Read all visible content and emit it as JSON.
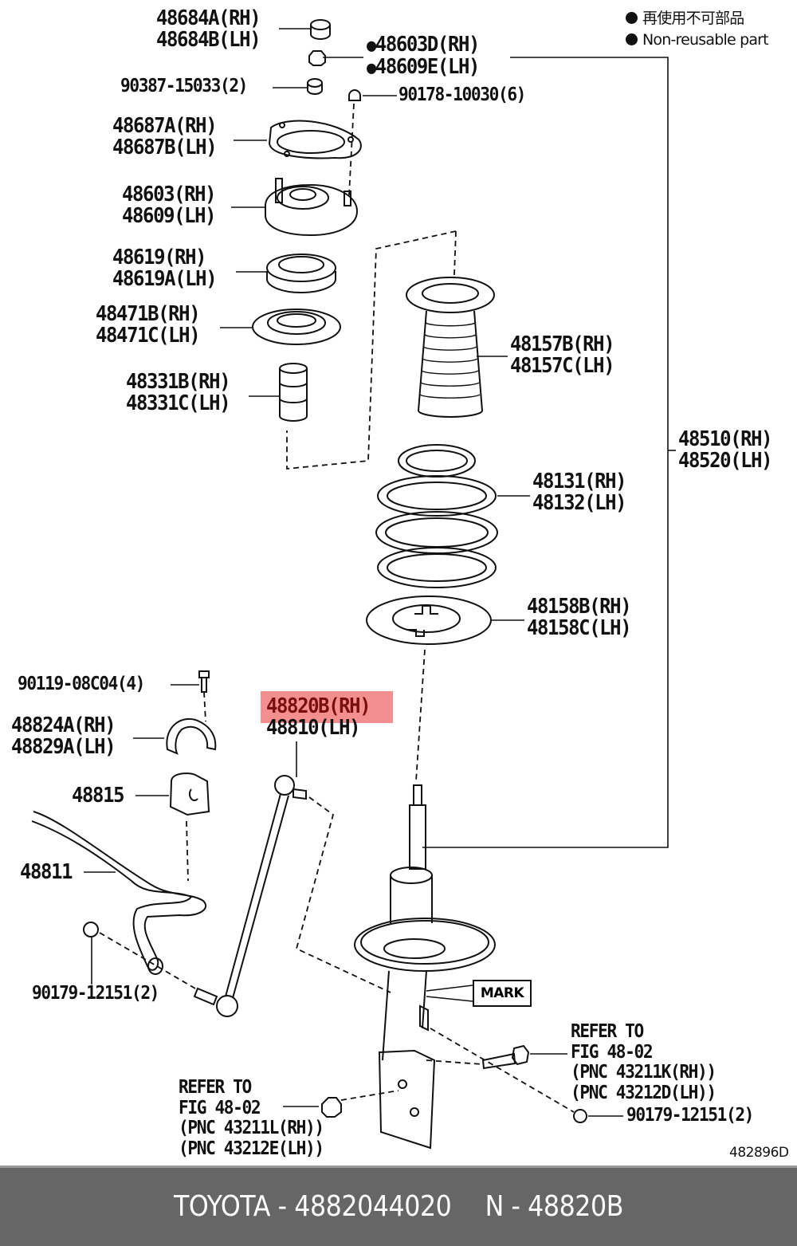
{
  "legend": {
    "japanese": "再使用不可部品",
    "english": "Non-reusable part"
  },
  "figure_id": "482896D",
  "mark_label": "MARK",
  "highlighted_part": "48820B(RH)",
  "callouts": {
    "upper_support_cap": [
      "48684A(RH)",
      "48684B(LH)"
    ],
    "nut_nonreusable": [
      "48603D(RH)",
      "48609E(LH)"
    ],
    "washer": [
      "90387-15033(2)"
    ],
    "nut_6": [
      "90178-10030(6)"
    ],
    "support_plate": [
      "48687A(RH)",
      "48687B(LH)"
    ],
    "upper_support": [
      "48603(RH)",
      "48609(LH)"
    ],
    "bearing": [
      "48619(RH)",
      "48619A(LH)"
    ],
    "upper_seat": [
      "48471B(RH)",
      "48471C(LH)"
    ],
    "bumper": [
      "48331B(RH)",
      "48331C(LH)"
    ],
    "boot": [
      "48157B(RH)",
      "48157C(LH)"
    ],
    "coil_spring": [
      "48131(RH)",
      "48132(LH)"
    ],
    "absorber_assy": [
      "48510(RH)",
      "48520(LH)"
    ],
    "lower_insulator": [
      "48158B(RH)",
      "48158C(LH)"
    ],
    "bracket_bolt": [
      "90119-08C04(4)"
    ],
    "stabilizer_bracket": [
      "48824A(RH)",
      "48829A(LH)"
    ],
    "stabilizer_link": [
      "48820B(RH)",
      "48810(LH)"
    ],
    "bushing": [
      "48815"
    ],
    "stabilizer_bar": [
      "48811"
    ],
    "link_nut": [
      "90179-12151(2)"
    ],
    "refer_lower": [
      "REFER TO",
      "FIG 48-02",
      "(PNC 43211L(RH))",
      "(PNC 43212E(LH))"
    ],
    "refer_upper": [
      "REFER TO",
      "FIG 48-02",
      "(PNC 43211K(RH))",
      "(PNC 43212D(LH))"
    ],
    "knuckle_nut": [
      "90179-12151(2)"
    ]
  },
  "footer": {
    "brand_part": "TOYOTA - 4882044020",
    "pnc": "N - 48820B"
  },
  "colors": {
    "footer_bg": "#666666",
    "highlight": "#f06464",
    "ink": "#111111"
  }
}
